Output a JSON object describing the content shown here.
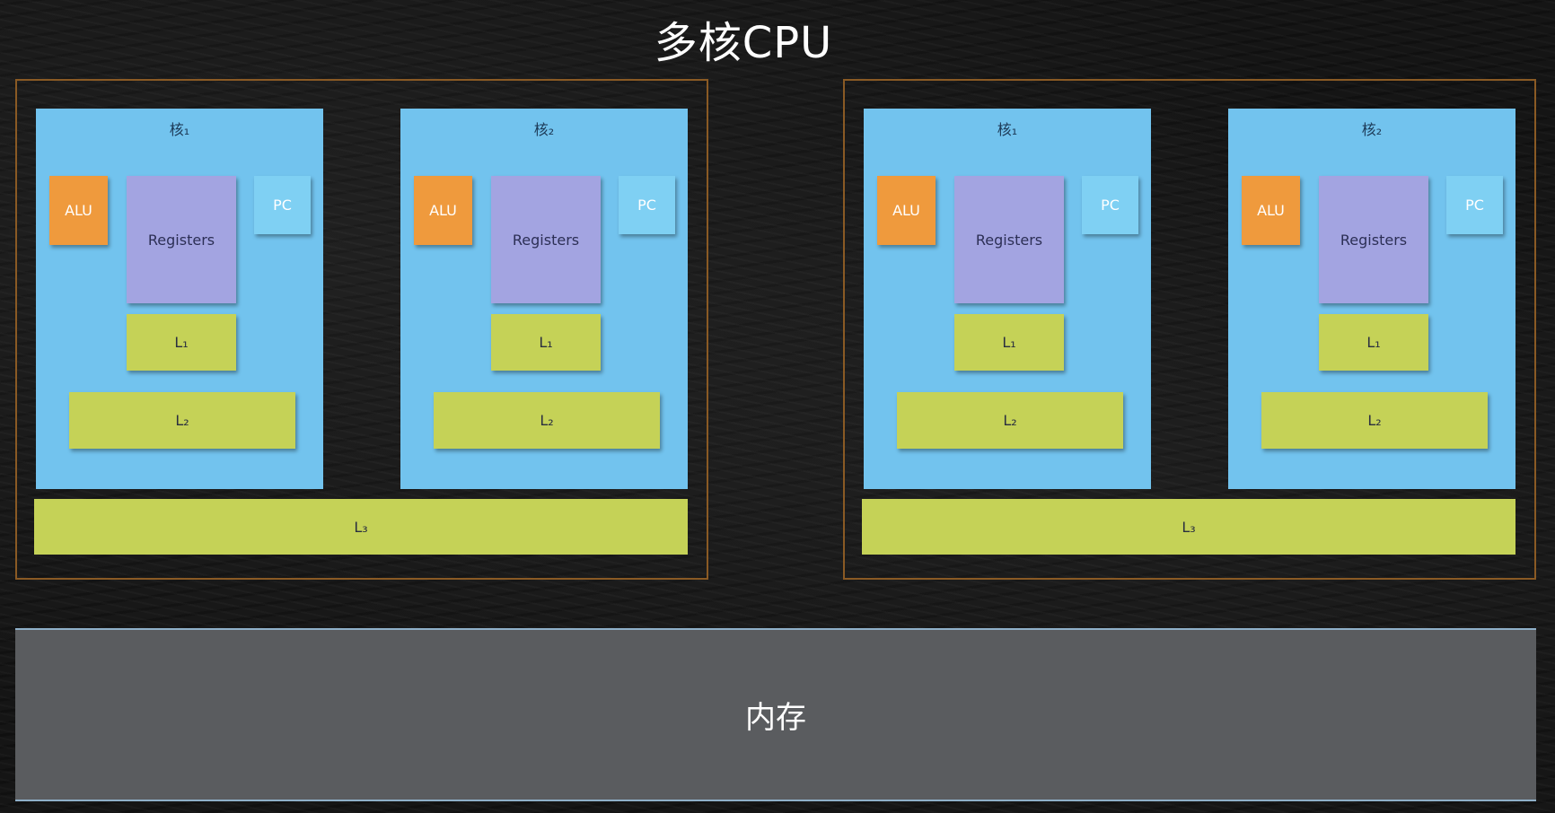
{
  "title": "多核CPU",
  "cpus": [
    {
      "cores": [
        {
          "label": "核₁",
          "alu": "ALU",
          "registers": "Registers",
          "pc": "PC",
          "l1": "L₁",
          "l2": "L₂"
        },
        {
          "label": "核₂",
          "alu": "ALU",
          "registers": "Registers",
          "pc": "PC",
          "l1": "L₁",
          "l2": "L₂"
        }
      ],
      "l3": "L₃"
    },
    {
      "cores": [
        {
          "label": "核₁",
          "alu": "ALU",
          "registers": "Registers",
          "pc": "PC",
          "l1": "L₁",
          "l2": "L₂"
        },
        {
          "label": "核₂",
          "alu": "ALU",
          "registers": "Registers",
          "pc": "PC",
          "l1": "L₁",
          "l2": "L₂"
        }
      ],
      "l3": "L₃"
    }
  ],
  "memory": "内存",
  "colors": {
    "core": "#72c3ee",
    "alu": "#ef9a3d",
    "registers": "#a3a4e1",
    "pc": "#7fd0f3",
    "cache": "#c5d257",
    "memory": "#5a5c5f",
    "cpu_border": "#8a5a24"
  }
}
